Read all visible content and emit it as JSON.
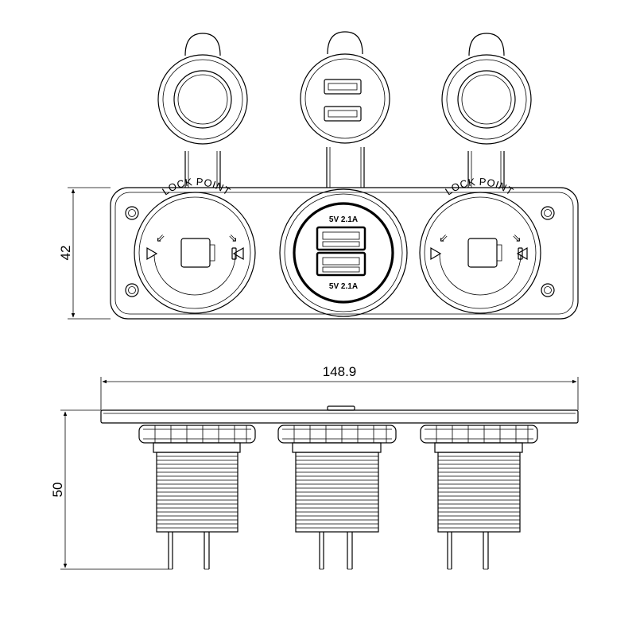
{
  "dimensions": {
    "front_height": "42",
    "width": "148.9",
    "side_height": "50"
  },
  "sockets": {
    "left_label": "LOCK POINT",
    "right_label": "LOCK POINT",
    "usb_top_label": "5V 2.1A",
    "usb_bottom_label": "5V 2.1A"
  }
}
